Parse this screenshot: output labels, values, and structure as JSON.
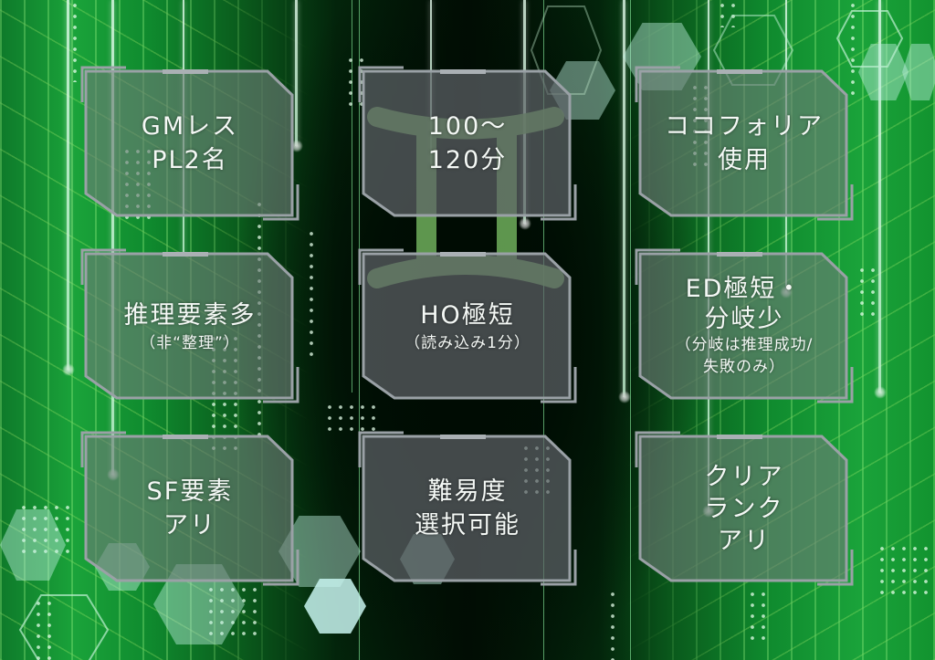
{
  "theme": {
    "background_green": "#12932f",
    "background_dark": "#010d04",
    "panel_fill": "#5f6b66",
    "panel_border": "#9aa1a6",
    "symbol_color": "#6fae5c",
    "text_color": "#f4f8f5"
  },
  "center_symbol": {
    "icon": "gemini-symbol",
    "glyph": "♊"
  },
  "panels": [
    {
      "id": "players",
      "lines": [
        "GMレス",
        "PL2名"
      ],
      "sub": []
    },
    {
      "id": "duration",
      "lines": [
        "100〜",
        "120分"
      ],
      "sub": []
    },
    {
      "id": "tool",
      "lines": [
        "ココフォリア",
        "使用"
      ],
      "sub": []
    },
    {
      "id": "deduction",
      "lines": [
        "推理要素多"
      ],
      "sub": [
        "（非“整理”）"
      ]
    },
    {
      "id": "handout",
      "lines": [
        "HO極短"
      ],
      "sub": [
        "（読み込み1分）"
      ]
    },
    {
      "id": "ending",
      "lines": [
        "ED極短・",
        "分岐少"
      ],
      "sub": [
        "（分岐は推理成功/",
        "失敗のみ）"
      ]
    },
    {
      "id": "scifi",
      "lines": [
        "SF要素",
        "アリ"
      ],
      "sub": []
    },
    {
      "id": "difficulty",
      "lines": [
        "難易度",
        "選択可能"
      ],
      "sub": []
    },
    {
      "id": "clear-rank",
      "lines": [
        "クリア",
        "ランク",
        "アリ"
      ],
      "sub": []
    }
  ]
}
